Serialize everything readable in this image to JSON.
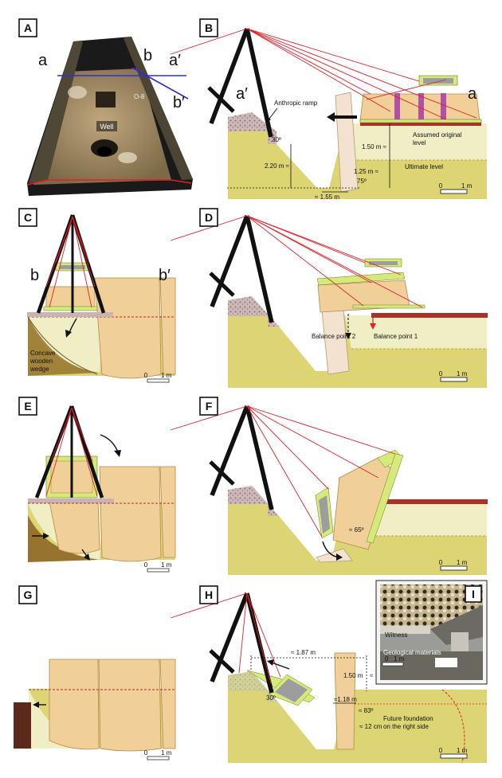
{
  "figure": {
    "panels": {
      "A": {
        "letter": "A",
        "label_a": "a",
        "label_b": "b",
        "label_a_prime": "a′",
        "label_b_prime": "b′",
        "well": "Well",
        "marker": "O-8"
      },
      "B": {
        "letter": "B",
        "label_a_prime": "a′",
        "label_a": "a",
        "ramp": "Anthropic ramp",
        "angle_ramp": "30º",
        "depth": "2.20 m ≈",
        "width": "≈ 1.55 m",
        "assumed_line1": "Assumed original",
        "assumed_line2": "level",
        "height_150": "1.50 m ≈",
        "height_125": "1.25 m ≈",
        "angle_75": "75º",
        "ultimate": "Ultimate level",
        "scale_0": "0",
        "scale_1": "1 m"
      },
      "C": {
        "letter": "C",
        "label_b": "b",
        "label_b_prime": "b′",
        "wedge_line1": "Concave",
        "wedge_line2": "wooden",
        "wedge_line3": "wedge",
        "scale_0": "0",
        "scale_1": "1 m"
      },
      "D": {
        "letter": "D",
        "bp2": "Balance point 2",
        "bp1": "Balance point 1",
        "scale_0": "0",
        "scale_1": "1 m"
      },
      "E": {
        "letter": "E",
        "scale_0": "0",
        "scale_1": "1 m"
      },
      "F": {
        "letter": "F",
        "angle_65": "≈ 65º",
        "scale_0": "0",
        "scale_1": "1 m"
      },
      "G": {
        "letter": "G",
        "scale_0": "0",
        "scale_1": "1 m"
      },
      "H": {
        "letter": "H",
        "len_187": "≈ 1.87 m",
        "h_150": "1.50 m",
        "approx": "≈",
        "angle_30": "30º",
        "w_118": "≈1.18 m",
        "angle_83": "≈ 83º",
        "gap_12": "≈ 12 cm",
        "future_line1": "Future foundation",
        "future_line2": "on the right side",
        "scale_0": "0",
        "scale_1": "1 m"
      },
      "I": {
        "letter": "I",
        "witness": "Witness",
        "geo": "Geological materials",
        "scale_0": "0",
        "scale_1": "1 m"
      }
    },
    "colors": {
      "soil": "#ddd574",
      "soil_light": "#f0eec4",
      "block": "#f0cf98",
      "block_edge": "#b48a4a",
      "wedge": "#96732f",
      "rope": "#e0202a",
      "frame": "#111111",
      "gravel": "#c9b3b3",
      "platform": "#a83228",
      "lime": "#d5ea7a"
    }
  }
}
